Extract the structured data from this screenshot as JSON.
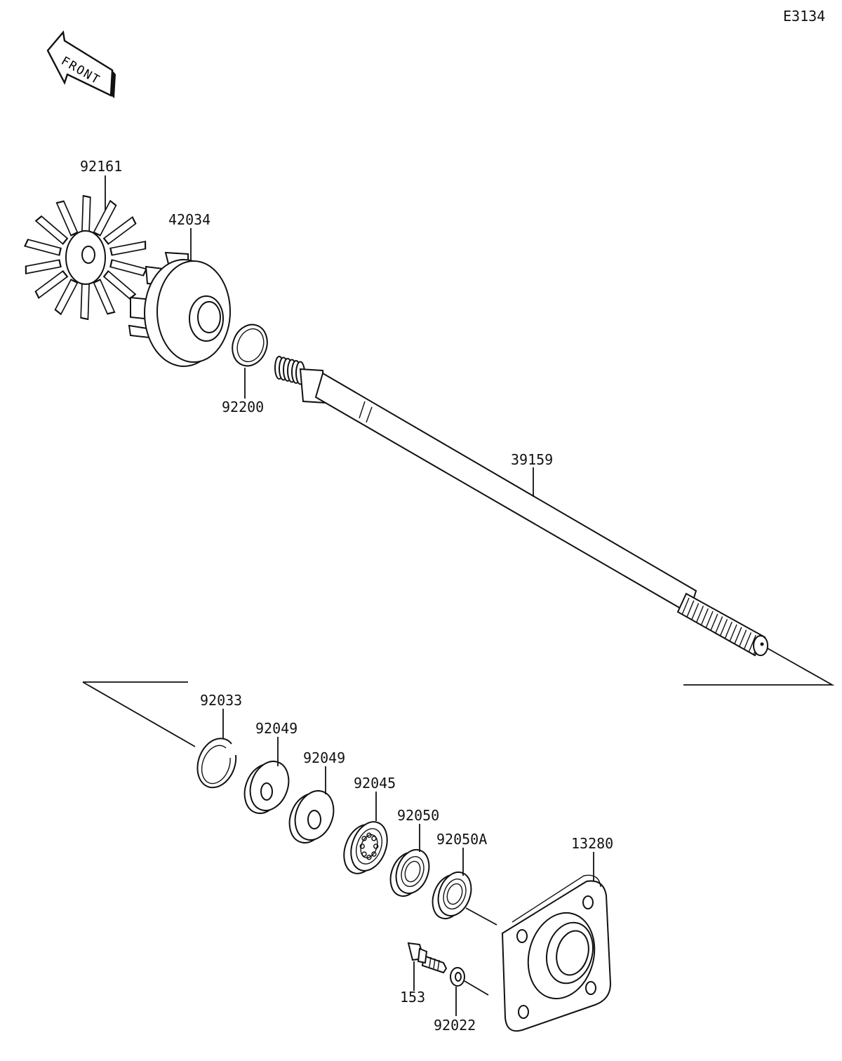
{
  "diagram_code": "E3134",
  "front_arrow_label": "FRONT",
  "parts": {
    "impeller_fan": "92161",
    "impeller": "42034",
    "shaft_washer": "92200",
    "drive_shaft": "39159",
    "circlip": "92033",
    "spacer_1": "92049",
    "spacer_2": "92049",
    "bearing": "92045",
    "oil_seal": "92050",
    "oil_seal_a": "92050A",
    "bearing_holder": "13280",
    "bolt": "153",
    "washer": "92022"
  },
  "colors": {
    "line": "#111111",
    "background": "#ffffff"
  }
}
